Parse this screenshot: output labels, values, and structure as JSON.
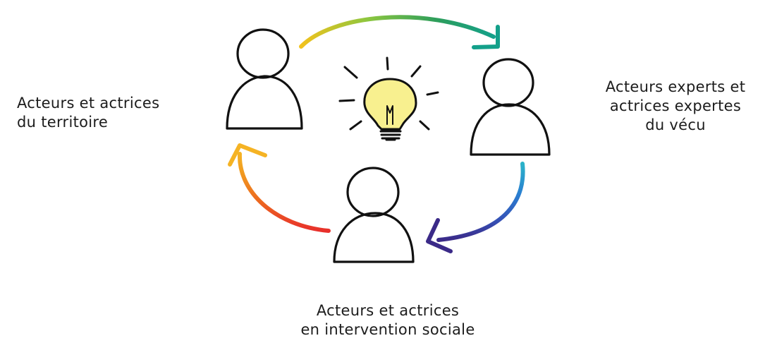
{
  "labels": {
    "territory": {
      "line1": "Acteurs et actrices",
      "line2": "du territoire"
    },
    "lived_experience": {
      "line1": "Acteurs experts et",
      "line2": "actrices expertes",
      "line3": "du vécu"
    },
    "social_intervention": {
      "line1": "Acteurs et actrices",
      "line2": "en intervention sociale"
    }
  },
  "icons": {
    "people": [
      "person-icon",
      "person-icon",
      "person-icon"
    ],
    "center": "lightbulb-icon",
    "arrows": [
      "cycle-arrow-icon",
      "cycle-arrow-icon",
      "cycle-arrow-icon"
    ]
  },
  "colors": {
    "arrow_top": [
      "#f2c21d",
      "#8cc63f",
      "#2e9e5b",
      "#13a08a"
    ],
    "arrow_right": [
      "#2bb3c9",
      "#2a7fd1",
      "#3550b5",
      "#3b2a88"
    ],
    "arrow_left": [
      "#e8302b",
      "#ec6a1f",
      "#f19a20",
      "#f5b324"
    ],
    "bulb_fill": "#f8f08f",
    "stroke": "#111111"
  }
}
